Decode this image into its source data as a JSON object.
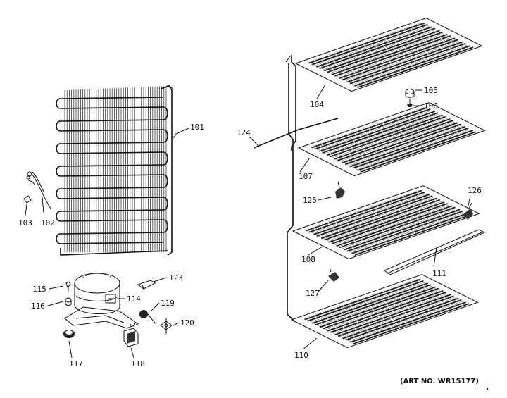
{
  "diagram": {
    "art_number": "(ART NO. WR15177)",
    "parts": [
      {
        "id": "p101",
        "label": "101"
      },
      {
        "id": "p102",
        "label": "102"
      },
      {
        "id": "p103",
        "label": "103"
      },
      {
        "id": "p104",
        "label": "104"
      },
      {
        "id": "p105",
        "label": "105"
      },
      {
        "id": "p106",
        "label": "106"
      },
      {
        "id": "p107",
        "label": "107"
      },
      {
        "id": "p108",
        "label": "108"
      },
      {
        "id": "p110",
        "label": "110"
      },
      {
        "id": "p111",
        "label": "111"
      },
      {
        "id": "p114",
        "label": "114"
      },
      {
        "id": "p115",
        "label": "115"
      },
      {
        "id": "p116",
        "label": "116"
      },
      {
        "id": "p117",
        "label": "117"
      },
      {
        "id": "p118",
        "label": "118"
      },
      {
        "id": "p119",
        "label": "119"
      },
      {
        "id": "p120",
        "label": "120"
      },
      {
        "id": "p123",
        "label": "123"
      },
      {
        "id": "p124",
        "label": "124"
      },
      {
        "id": "p125",
        "label": "125"
      },
      {
        "id": "p126",
        "label": "126"
      },
      {
        "id": "p127",
        "label": "127"
      }
    ]
  }
}
